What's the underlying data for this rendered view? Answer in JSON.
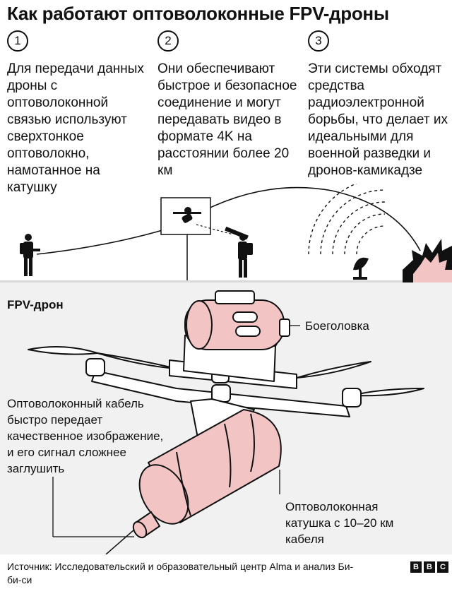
{
  "title": "Как работают оптоволоконные FPV-дроны",
  "steps": [
    {
      "number": "1",
      "text": "Для передачи данных дроны с оптоволоконной связью используют сверхтонкое оптоволокно, намотанное на катушку"
    },
    {
      "number": "2",
      "text": "Они обеспечивают быстрое и безопасное соединение и могут передавать видео в формате 4K на расстоянии более 20 км"
    },
    {
      "number": "3",
      "text": "Эти системы обходят средства радиоэлектронной борьбы, что делает их идеальными для военной разведки и дронов-камикадзе"
    }
  ],
  "diagram": {
    "section_title": "FPV-дрон",
    "warhead_label": "Боеголовка",
    "cable_label": "Оптоволоконный кабель быстро передает качественное изображение, и его сигнал сложнее заглушить",
    "spool_label": "Оптоволоконная катушка с 10–20 км кабеля"
  },
  "footer": {
    "source": "Источник: Исследовательский и образовательный центр Alma и анализ Би-би-си",
    "logo_letters": [
      "B",
      "B",
      "C"
    ]
  },
  "colors": {
    "accent_pink": "#f2c4c4",
    "background_grey": "#f1f1f1",
    "line_dark": "#111111"
  }
}
